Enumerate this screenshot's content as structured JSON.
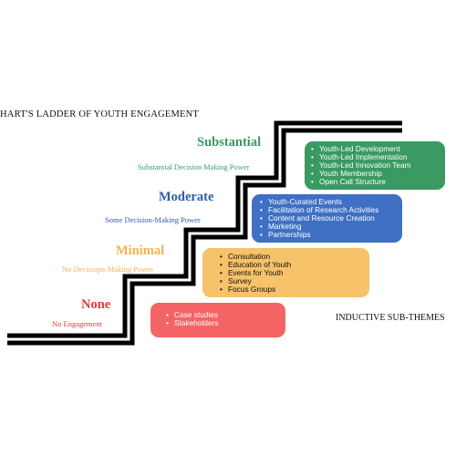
{
  "title": "HART'S LADDER OF YOUTH ENGAGEMENT",
  "subthemes_label": "INDUCTIVE SUB-THEMES",
  "colors": {
    "substantial": "#3a9a62",
    "moderate": "#3f70c4",
    "minimal": "#f6c26a",
    "none": "#f46464",
    "stair": "#000000"
  },
  "levels": [
    {
      "name": "None",
      "description": "No Engagement",
      "items": [
        "Case studies",
        "Stakeholders"
      ]
    },
    {
      "name": "Minimal",
      "description": "No Decisiopn-Making Power",
      "items": [
        "Consultation",
        "Education of Youth",
        "Events for Youth",
        "Survey",
        "Focus Groups"
      ]
    },
    {
      "name": "Moderate",
      "description": "Some Decision-Making Power",
      "items": [
        "Youth-Curated Events",
        "Facilitation of Research Activities",
        "Content and Resource Creation",
        "Marketing",
        "Partnerships"
      ]
    },
    {
      "name": "Substantial",
      "description": "Substantial Decision Making Power",
      "items": [
        "Youth-Led Development",
        "Youth-Led Implementation",
        "Youth-Led Innovation Team",
        "Youth Membership",
        "Open Call Structure"
      ]
    }
  ]
}
